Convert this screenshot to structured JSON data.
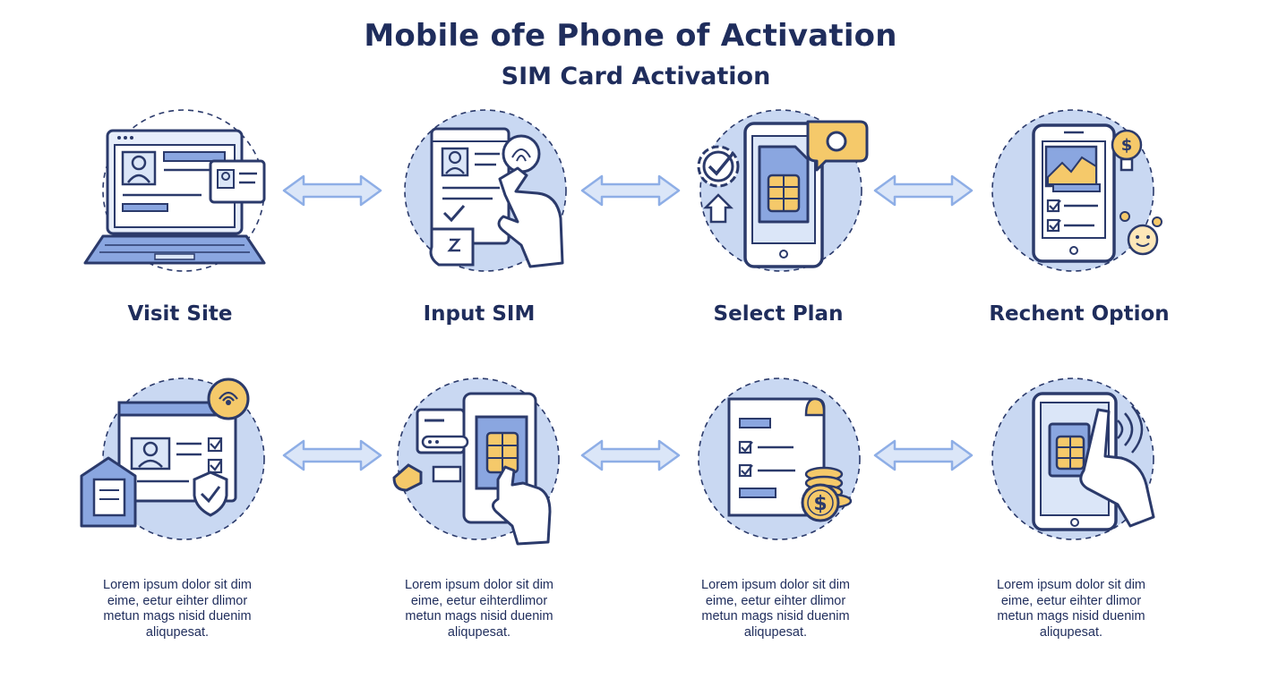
{
  "header": {
    "title": "Mobile ofe Phone of Activation",
    "subtitle": "SIM Card Activation"
  },
  "colors": {
    "navy": "#2b3a6b",
    "light_blue": "#c9d8f2",
    "mid_blue": "#8aa6e0",
    "yellow": "#f5c96a",
    "arrow": "#8eaee6"
  },
  "steps_top": [
    {
      "label": "Visit Site",
      "icon": "laptop-icon"
    },
    {
      "label": "Input SIM",
      "icon": "form-hand-icon"
    },
    {
      "label": "Select Plan",
      "icon": "phone-sim-icon"
    },
    {
      "label": "Rechent Option",
      "icon": "phone-chart-icon"
    }
  ],
  "steps_bottom": [
    {
      "icon": "id-verification-icon",
      "desc": [
        "Lorem ipsum dolor sit dim",
        "eime, eetur eihter dlimor",
        "metun mags nisid duenim",
        "aliqupesat."
      ]
    },
    {
      "icon": "sim-insert-icon",
      "desc": [
        "Lorem ipsum dolor sit dim",
        "eime, eetur eihterdlimor",
        "metun mags nisid duenim",
        "aliqupesat."
      ]
    },
    {
      "icon": "invoice-coins-icon",
      "desc": [
        "Lorem ipsum dolor sit dim",
        "eime, eetur eihter dlimor",
        "metun mags nisid duenim",
        "aliqupesat."
      ]
    },
    {
      "icon": "phone-nfc-icon",
      "desc": [
        "Lorem ipsum dolor sit dim",
        "eime, eetur eihter dlimor",
        "metun mags nisid duenim",
        "aliqupesat."
      ]
    }
  ]
}
